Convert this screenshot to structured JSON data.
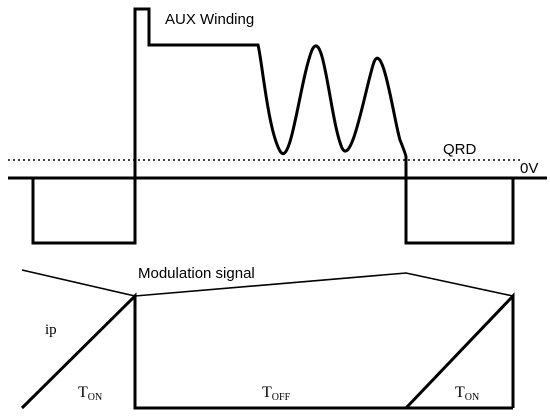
{
  "labels": {
    "aux_winding": "AUX Winding",
    "qrd": "QRD",
    "zero_v": "0V",
    "modulation_signal": "Modulation signal",
    "ip": "ip",
    "t_on_left": {
      "base": "T",
      "sub": "ON"
    },
    "t_off": {
      "base": "T",
      "sub": "OFF"
    },
    "t_on_right": {
      "base": "T",
      "sub": "ON"
    }
  },
  "colors": {
    "stroke": "#000000",
    "background": "#ffffff"
  }
}
